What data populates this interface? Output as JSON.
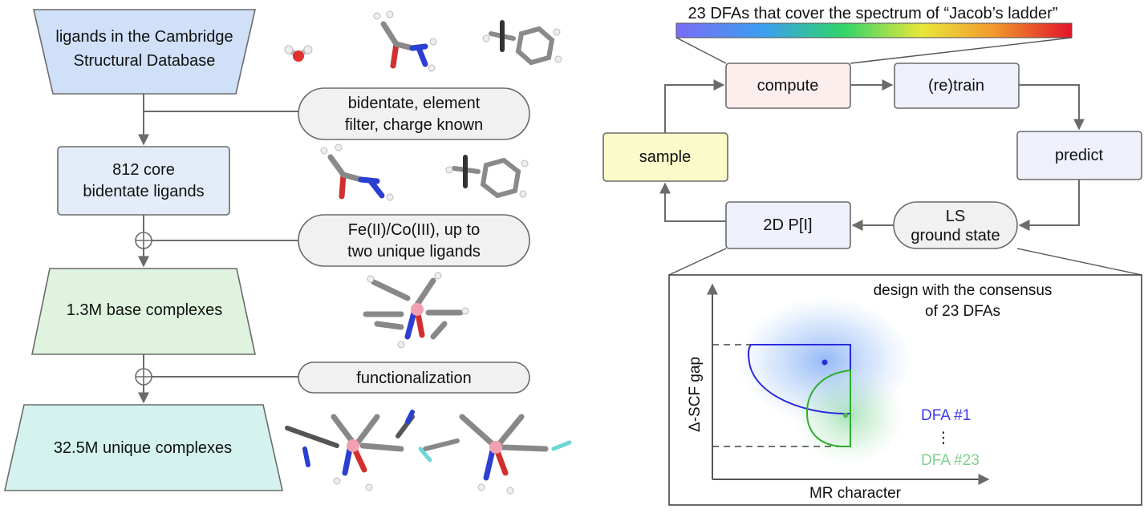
{
  "left_flow": {
    "source": {
      "line1": "ligands in the Cambridge",
      "line2": "Structural Database"
    },
    "filter1": {
      "line1": "bidentate, element",
      "line2": "filter, charge known"
    },
    "core": {
      "line1": "812 core",
      "line2": "bidentate ligands"
    },
    "filter2": {
      "line1": "Fe(II)/Co(III), up to",
      "line2": "two unique ligands"
    },
    "base": {
      "label": "1.3M base complexes"
    },
    "filter3": {
      "label": "functionalization"
    },
    "unique": {
      "label": "32.5M unique complexes"
    }
  },
  "right_flow": {
    "spectrum_title": "23 DFAs that cover the spectrum of “Jacob’s ladder”",
    "compute": "compute",
    "retrain": "(re)train",
    "predict": "predict",
    "sample": "sample",
    "ls": {
      "line1": "LS",
      "line2": "ground state"
    },
    "p2d": "2D P[I]"
  },
  "inset": {
    "caption": {
      "line1": "design with the consensus",
      "line2": "of 23 DFAs"
    },
    "y_axis": "Δ-SCF gap",
    "x_axis": "MR character",
    "dfa_first": "DFA #1",
    "dots": "⋮",
    "dfa_last": "DFA #23"
  },
  "colors": {
    "source_fill": "#cfe0f8",
    "core_fill": "#e4ecfa",
    "base_fill": "#dff3df",
    "unique_fill": "#d4f3ef",
    "filter_fill": "#f1f1f1",
    "compute_fill": "#fdeeee",
    "cycle_fill": "#eef0fb",
    "sample_fill": "#fafbc8",
    "dfa1": "#2a2adb",
    "dfa23": "#2bb02b",
    "edge": "#6b6b6b"
  },
  "icons": [
    "plus-circle-icon",
    "molecule-water-icon",
    "molecule-amide-icon",
    "molecule-aryl-icon",
    "molecule-complex-icon"
  ]
}
